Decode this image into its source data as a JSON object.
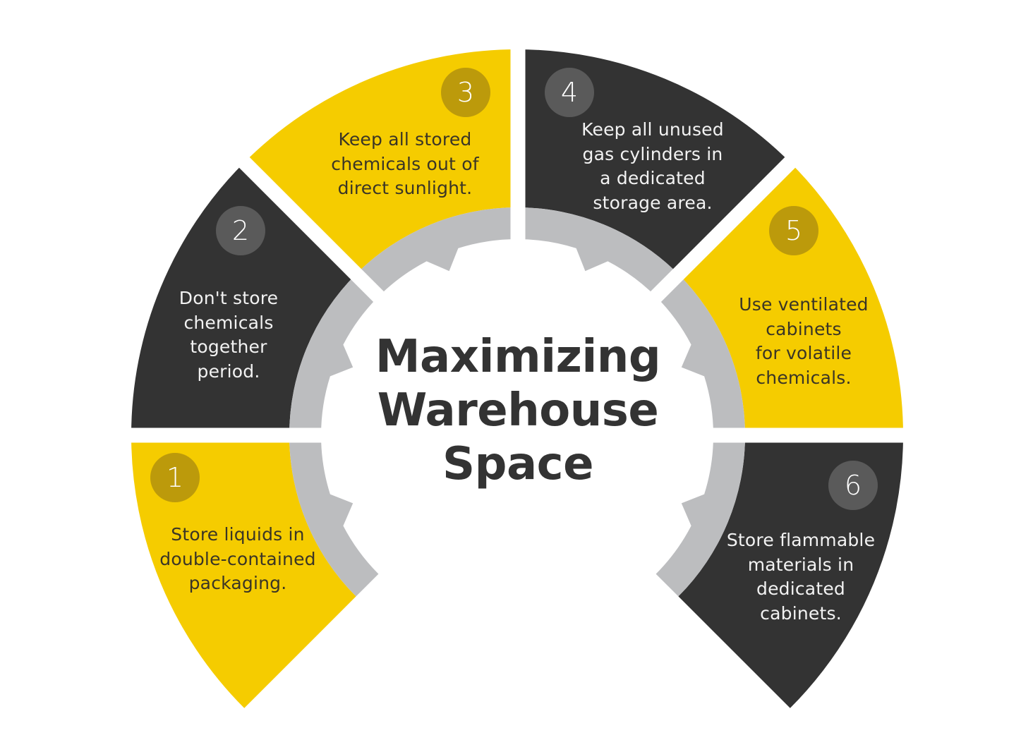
{
  "title": {
    "lines": [
      "Maximizing",
      "Warehouse",
      "Space"
    ]
  },
  "colors": {
    "yellow": "#F5CC00",
    "dark": "#333333",
    "ring_grey": "#BCBDBF",
    "badge_yellow": "#BC9A0B",
    "badge_dark": "#5A5A5A",
    "title_text": "#333333"
  },
  "segments": [
    {
      "number": "1",
      "color": "yellow",
      "lines": [
        "Store liquids in",
        "double-contained",
        "packaging."
      ]
    },
    {
      "number": "2",
      "color": "dark",
      "lines": [
        "Don't store",
        "chemicals",
        "together",
        "period."
      ]
    },
    {
      "number": "3",
      "color": "yellow",
      "lines": [
        "Keep all stored",
        "chemicals out of",
        "direct sunlight."
      ]
    },
    {
      "number": "4",
      "color": "dark",
      "lines": [
        "Keep all unused",
        "gas cylinders in",
        "a dedicated",
        "storage area."
      ]
    },
    {
      "number": "5",
      "color": "yellow",
      "lines": [
        "Use ventilated",
        "cabinets",
        "for volatile",
        "chemicals."
      ]
    },
    {
      "number": "6",
      "color": "dark",
      "lines": [
        "Store flammable",
        "materials in",
        "dedicated",
        "cabinets."
      ]
    }
  ]
}
